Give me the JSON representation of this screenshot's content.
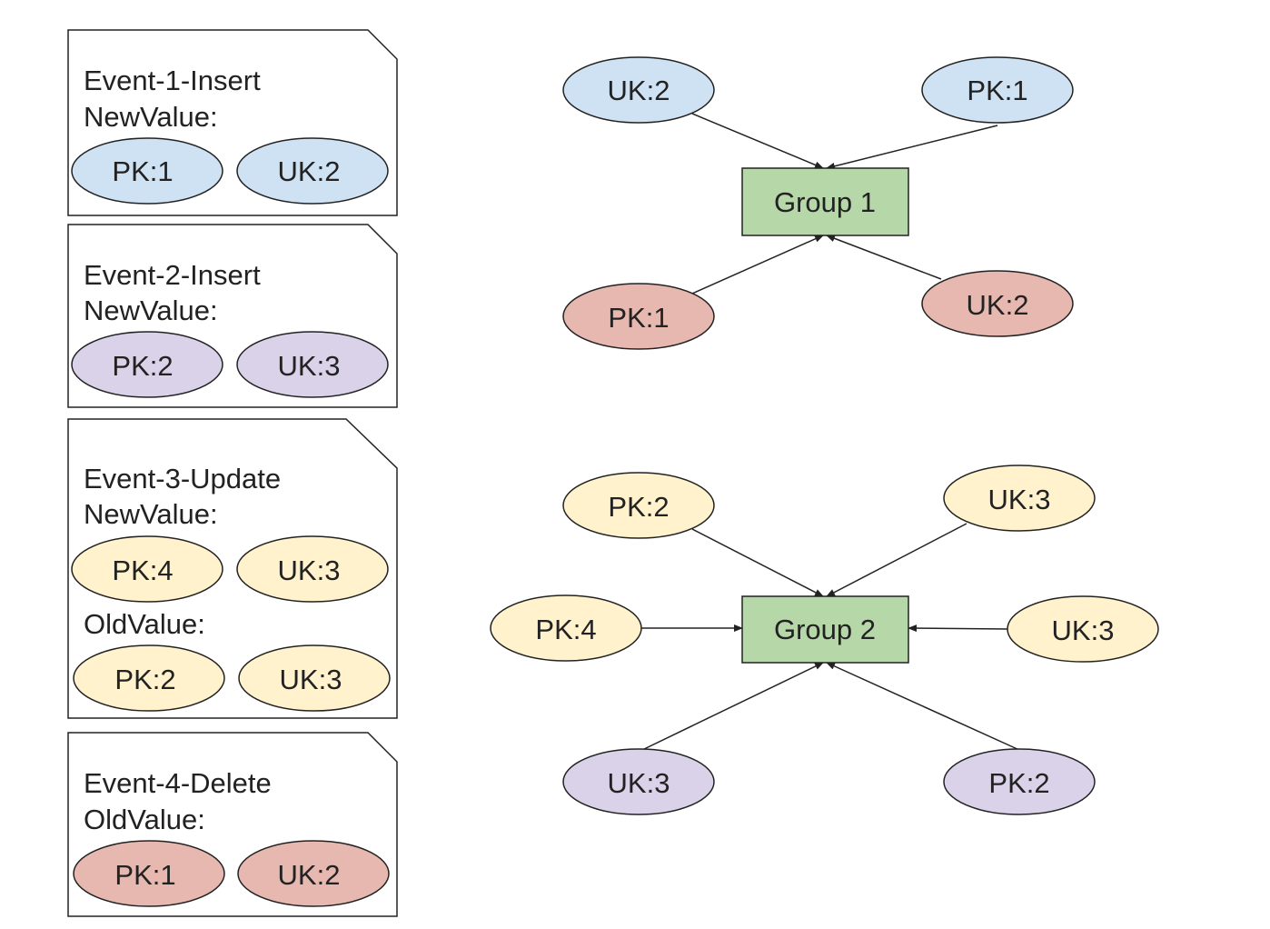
{
  "colors": {
    "blue": "#cfe2f3",
    "purple": "#d9d2e9",
    "yellow": "#fff2cc",
    "red": "#e6b8af",
    "group": "#b6d7a8",
    "stroke": "#222222"
  },
  "events": [
    {
      "title": "Event-1-Insert",
      "new_label": "NewValue:",
      "new_keys": [
        {
          "text": "PK:1",
          "color": "blue"
        },
        {
          "text": "UK:2",
          "color": "blue"
        }
      ]
    },
    {
      "title": "Event-2-Insert",
      "new_label": "NewValue:",
      "new_keys": [
        {
          "text": "PK:2",
          "color": "purple"
        },
        {
          "text": "UK:3",
          "color": "purple"
        }
      ]
    },
    {
      "title": "Event-3-Update",
      "new_label": "NewValue:",
      "new_keys": [
        {
          "text": "PK:4",
          "color": "yellow"
        },
        {
          "text": "UK:3",
          "color": "yellow"
        }
      ],
      "old_label": "OldValue:",
      "old_keys": [
        {
          "text": "PK:2",
          "color": "yellow"
        },
        {
          "text": "UK:3",
          "color": "yellow"
        }
      ]
    },
    {
      "title": "Event-4-Delete",
      "old_label": "OldValue:",
      "old_keys": [
        {
          "text": "PK:1",
          "color": "red"
        },
        {
          "text": "UK:2",
          "color": "red"
        }
      ]
    }
  ],
  "groups": [
    {
      "label": "Group 1",
      "keys": [
        {
          "text": "UK:2",
          "color": "blue"
        },
        {
          "text": "PK:1",
          "color": "blue"
        },
        {
          "text": "PK:1",
          "color": "red"
        },
        {
          "text": "UK:2",
          "color": "red"
        }
      ]
    },
    {
      "label": "Group 2",
      "keys": [
        {
          "text": "PK:2",
          "color": "yellow"
        },
        {
          "text": "UK:3",
          "color": "yellow"
        },
        {
          "text": "PK:4",
          "color": "yellow"
        },
        {
          "text": "UK:3",
          "color": "yellow"
        },
        {
          "text": "UK:3",
          "color": "purple"
        },
        {
          "text": "PK:2",
          "color": "purple"
        }
      ]
    }
  ]
}
